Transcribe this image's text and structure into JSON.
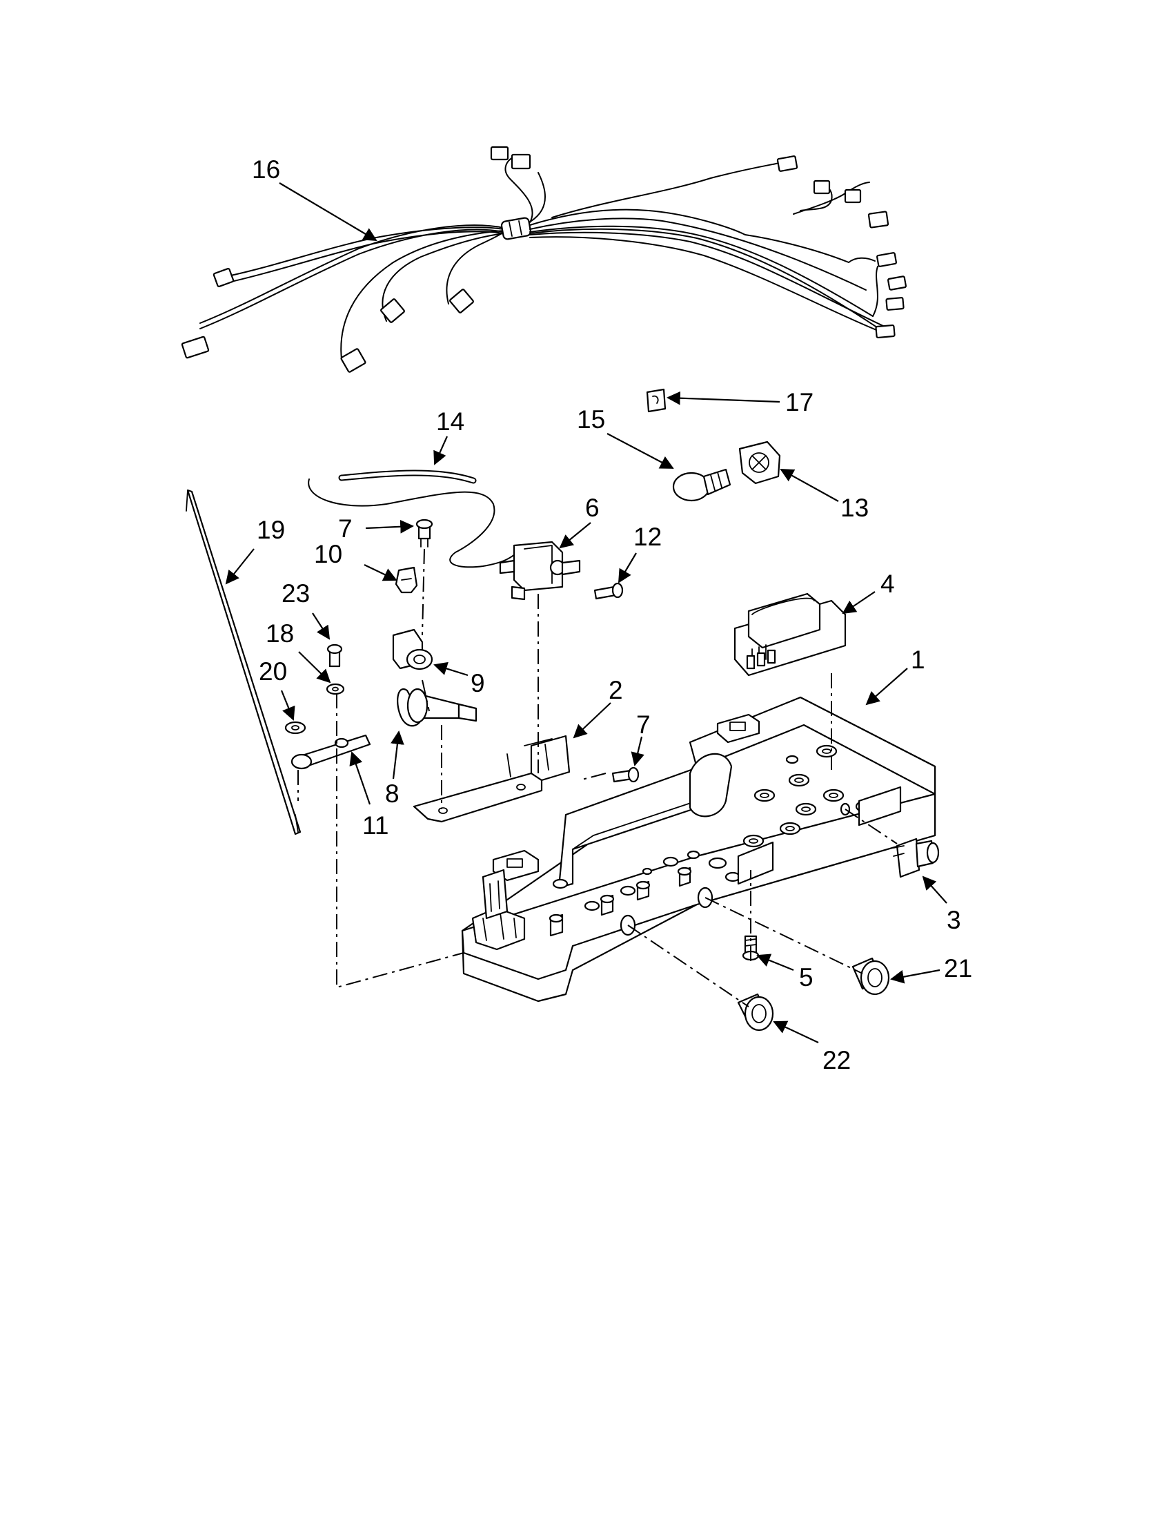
{
  "callouts": {
    "c1": "1",
    "c2": "2",
    "c3": "3",
    "c4": "4",
    "c5": "5",
    "c6": "6",
    "c7a": "7",
    "c7b": "7",
    "c8": "8",
    "c9": "9",
    "c10": "10",
    "c11": "11",
    "c12": "12",
    "c13": "13",
    "c14": "14",
    "c15": "15",
    "c16": "16",
    "c17": "17",
    "c18": "18",
    "c19": "19",
    "c20": "20",
    "c21": "21",
    "c22": "22",
    "c23": "23"
  },
  "colors": {
    "line": "#000000",
    "background": "#ffffff"
  }
}
